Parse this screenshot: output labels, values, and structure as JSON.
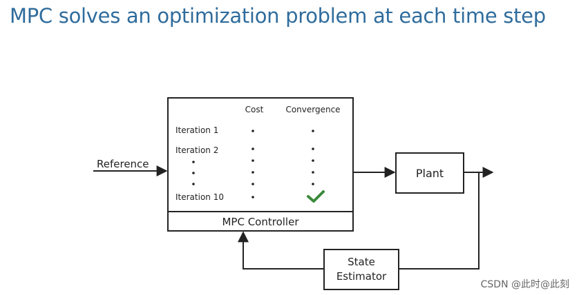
{
  "title": "MPC solves an optimization problem at each time step",
  "diagram": {
    "input_label": "Reference",
    "controller": {
      "name": "MPC Controller",
      "col_cost": "Cost",
      "col_convergence": "Convergence",
      "iterations": [
        "Iteration 1",
        "Iteration 2",
        "Iteration 10"
      ],
      "converged_icon": "check-icon"
    },
    "plant_label": "Plant",
    "estimator_line1": "State",
    "estimator_line2": "Estimator"
  },
  "watermark": "CSDN @此时@此刻",
  "colors": {
    "title": "#2f6c9c",
    "check": "#3b8a3b",
    "lines": "#222222"
  }
}
